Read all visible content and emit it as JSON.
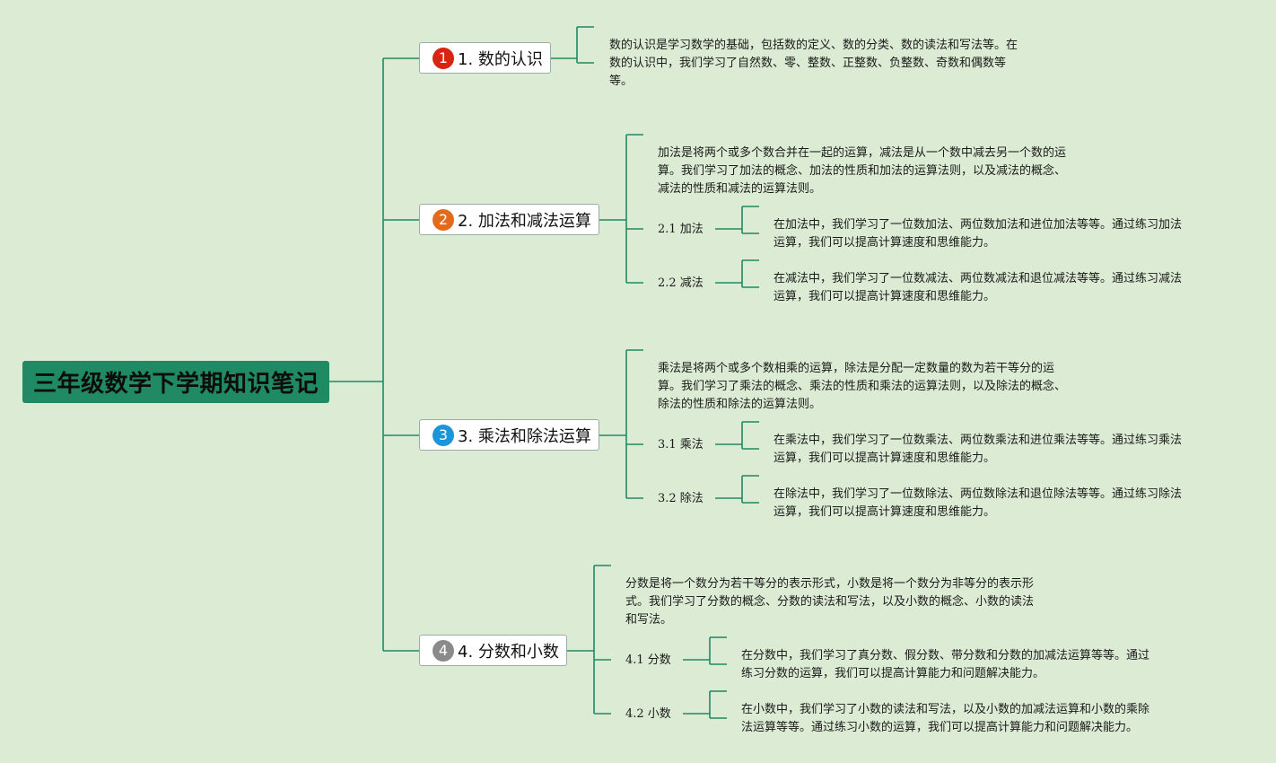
{
  "root": {
    "title": "三年级数学下学期知识笔记"
  },
  "colors": {
    "background": "#dcebd3",
    "root_fill": "#1f8a63",
    "line": "#1f8a63",
    "badge1": "#d92411",
    "badge2": "#e36a1c",
    "badge3": "#1c95d9",
    "badge4": "#8a8a8a"
  },
  "topics": [
    {
      "number": "1",
      "label": "1. 数的认识",
      "note_lines": [
        "数的认识是学习数学的基础，包括数的定义、数的分类、数的读法和写法等。在",
        "数的认识中，我们学习了自然数、零、整数、正整数、负整数、奇数和偶数等",
        "等。"
      ]
    },
    {
      "number": "2",
      "label": "2. 加法和减法运算",
      "note_lines": [
        "加法是将两个或多个数合并在一起的运算，减法是从一个数中减去另一个数的运",
        "算。我们学习了加法的概念、加法的性质和加法的运算法则，以及减法的概念、",
        "减法的性质和减法的运算法则。"
      ],
      "subs": [
        {
          "label": "2.1 加法",
          "note_lines": [
            "在加法中，我们学习了一位数加法、两位数加法和进位加法等等。通过练习加法",
            "运算，我们可以提高计算速度和思维能力。"
          ]
        },
        {
          "label": "2.2 减法",
          "note_lines": [
            "在减法中，我们学习了一位数减法、两位数减法和退位减法等等。通过练习减法",
            "运算，我们可以提高计算速度和思维能力。"
          ]
        }
      ]
    },
    {
      "number": "3",
      "label": "3. 乘法和除法运算",
      "note_lines": [
        "乘法是将两个或多个数相乘的运算，除法是分配一定数量的数为若干等分的运",
        "算。我们学习了乘法的概念、乘法的性质和乘法的运算法则，以及除法的概念、",
        "除法的性质和除法的运算法则。"
      ],
      "subs": [
        {
          "label": "3.1 乘法",
          "note_lines": [
            "在乘法中，我们学习了一位数乘法、两位数乘法和进位乘法等等。通过练习乘法",
            "运算，我们可以提高计算速度和思维能力。"
          ]
        },
        {
          "label": "3.2 除法",
          "note_lines": [
            "在除法中，我们学习了一位数除法、两位数除法和退位除法等等。通过练习除法",
            "运算，我们可以提高计算速度和思维能力。"
          ]
        }
      ]
    },
    {
      "number": "4",
      "label": "4. 分数和小数",
      "note_lines": [
        "分数是将一个数分为若干等分的表示形式，小数是将一个数分为非等分的表示形",
        "式。我们学习了分数的概念、分数的读法和写法，以及小数的概念、小数的读法",
        "和写法。"
      ],
      "subs": [
        {
          "label": "4.1 分数",
          "note_lines": [
            "在分数中，我们学习了真分数、假分数、带分数和分数的加减法运算等等。通过",
            "练习分数的运算，我们可以提高计算能力和问题解决能力。"
          ]
        },
        {
          "label": "4.2 小数",
          "note_lines": [
            "在小数中，我们学习了小数的读法和写法，以及小数的加减法运算和小数的乘除",
            "法运算等等。通过练习小数的运算，我们可以提高计算能力和问题解决能力。"
          ]
        }
      ]
    }
  ]
}
